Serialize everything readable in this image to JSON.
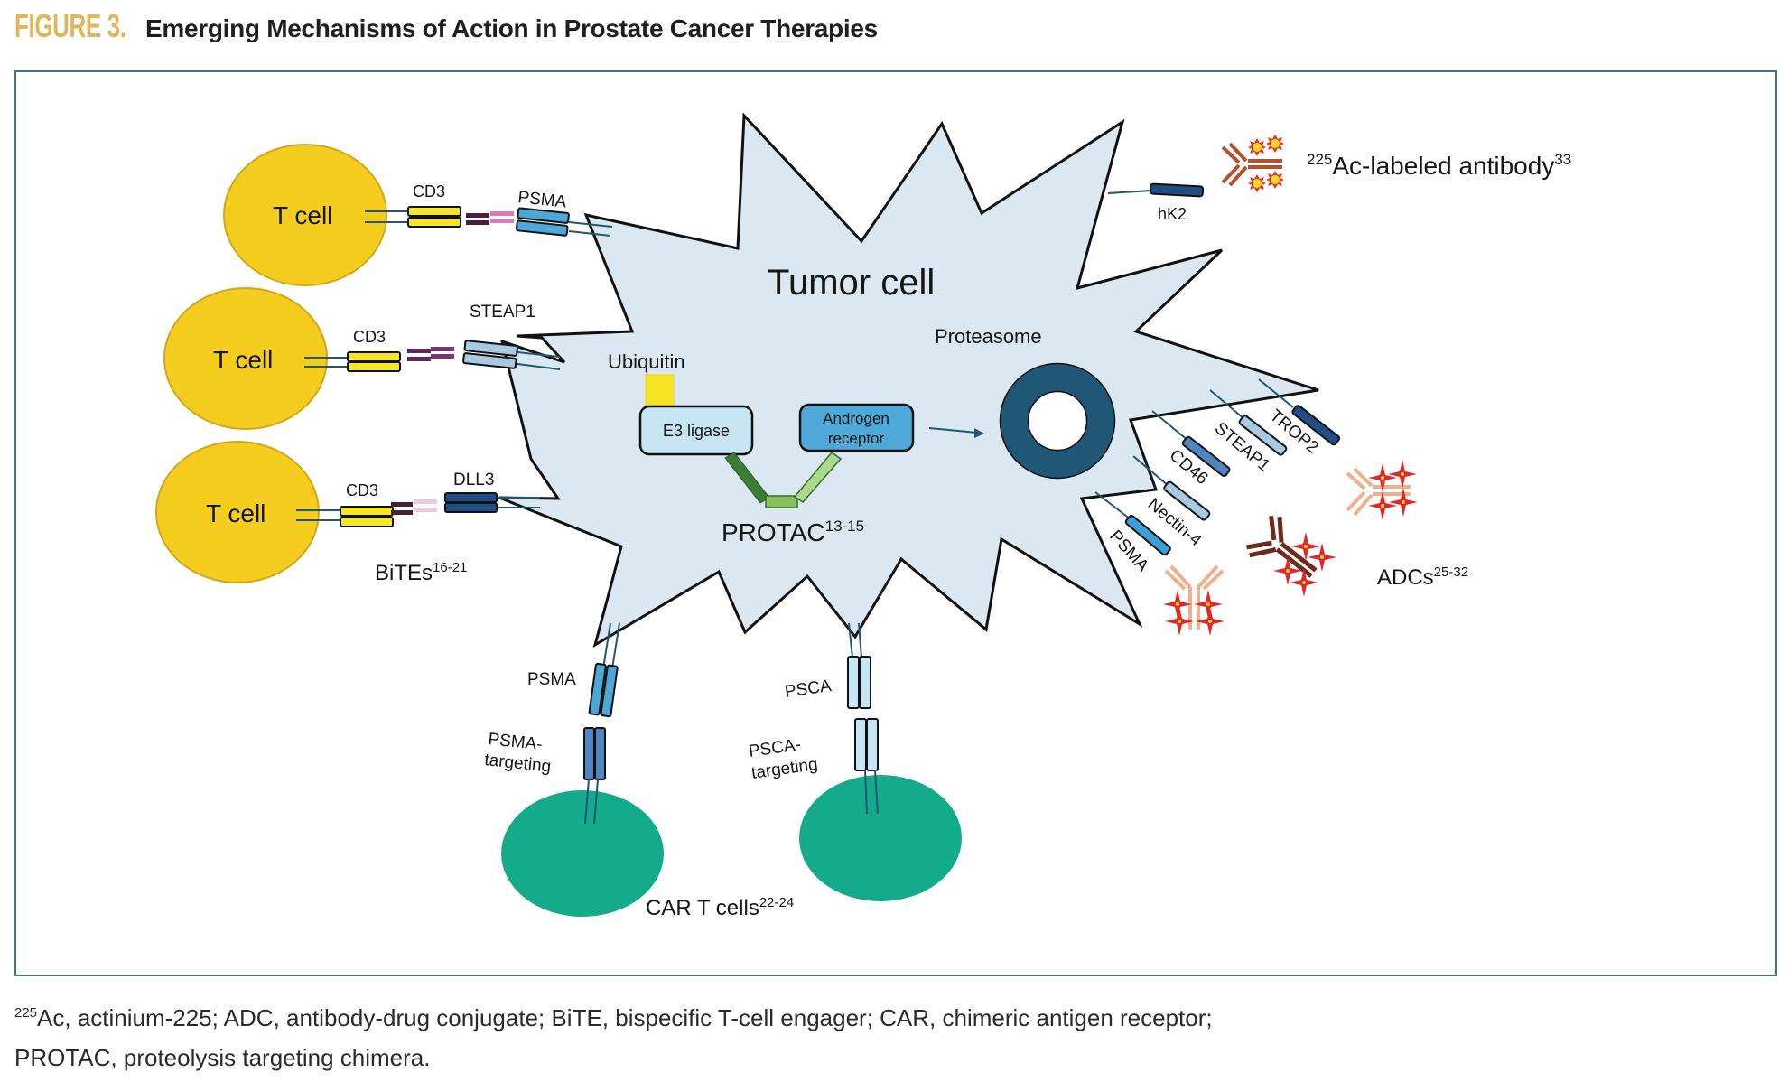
{
  "figure": {
    "number": "FIGURE 3.",
    "title": "Emerging Mechanisms of Action in Prostate Cancer Therapies"
  },
  "diagram": {
    "tumor_label": "Tumor cell",
    "t_cells": [
      {
        "label": "T cell",
        "cd3_label": "CD3",
        "target_label": "PSMA"
      },
      {
        "label": "T cell",
        "cd3_label": "CD3",
        "target_label": "STEAP1"
      },
      {
        "label": "T cell",
        "cd3_label": "CD3",
        "target_label": "DLL3"
      }
    ],
    "bites": {
      "label": "BiTEs",
      "ref": "16-21"
    },
    "protac": {
      "ubiquitin_label": "Ubiquitin",
      "e3_label": "E3 ligase",
      "androgen_line1": "Androgen",
      "androgen_line2": "receptor",
      "proteasome_label": "Proteasome",
      "label": "PROTAC",
      "ref": "13-15"
    },
    "radioligand": {
      "target_label": "hK2",
      "iso": "225",
      "label": "Ac-labeled antibody",
      "ref": "33"
    },
    "adc": {
      "targets": [
        "TROP2",
        "STEAP1",
        "CD46",
        "Nectin-4",
        "PSMA"
      ],
      "label": "ADCs",
      "ref": "25-32"
    },
    "car_t": {
      "cells": [
        {
          "antigen_label": "PSMA",
          "receptor_line1": "PSMA-",
          "receptor_line2": "targeting"
        },
        {
          "antigen_label": "PSCA",
          "receptor_line1": "PSCA-",
          "receptor_line2": "targeting"
        }
      ],
      "label": "CAR T cells",
      "ref": "22-24"
    }
  },
  "footnote": {
    "line1_iso": "225",
    "line1": "Ac, actinium-225; ADC, antibody-drug conjugate; BiTE, bispecific T-cell engager; CAR, chimeric antigen receptor;",
    "line2": "PROTAC, proteolysis targeting chimera."
  },
  "colors": {
    "title_accent": "#e2b65a",
    "frame": "#3d7591",
    "tumor_fill": "#dbe8f2",
    "t_cell": "#f4cd1f",
    "car_t_cell": "#14ab8a",
    "proteasome": "#1f5774",
    "cd3": "#f5e62a",
    "adc_drug": "#e0282a"
  }
}
